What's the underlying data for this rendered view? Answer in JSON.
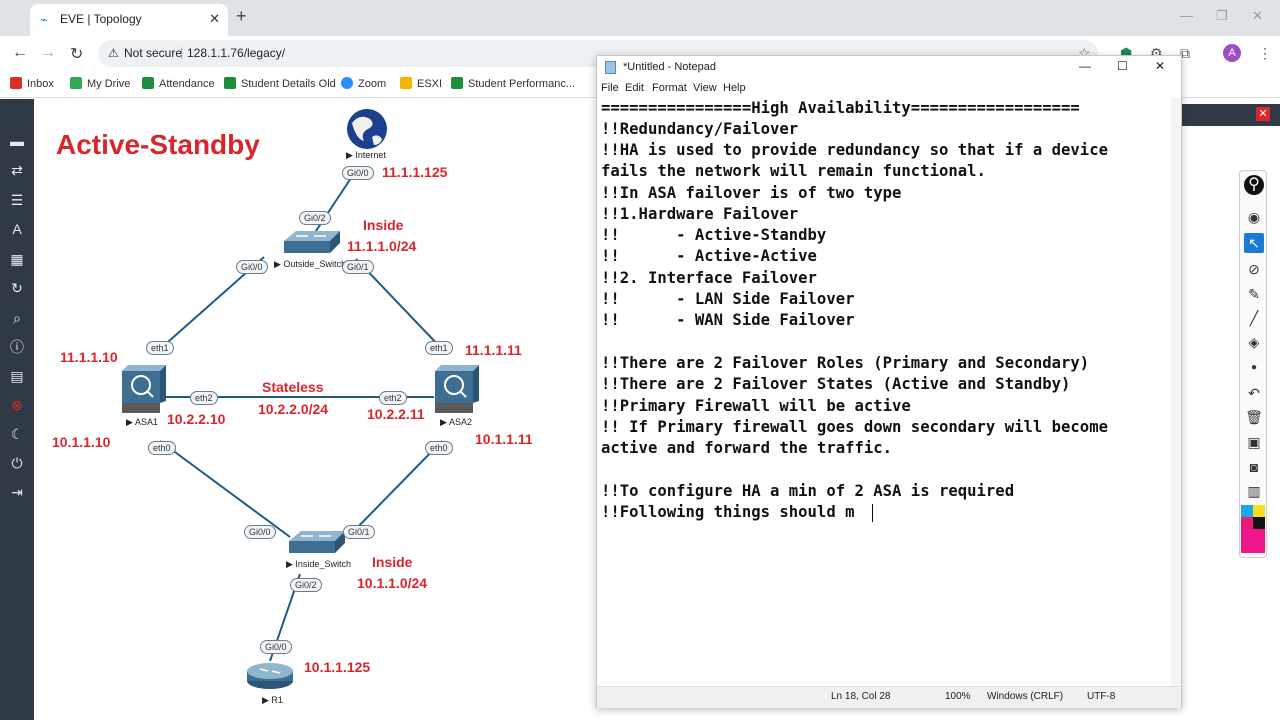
{
  "browser": {
    "tab_title": "EVE | Topology",
    "not_secure": "Not secure",
    "url": "128.1.1.76/legacy/",
    "bookmarks": [
      "Inbox",
      "My Drive",
      "Attendance",
      "Student Details Old",
      "Zoom",
      "ESXI",
      "Student Performanc..."
    ],
    "avatar_letter": "A"
  },
  "topology": {
    "title": "Active-Standby",
    "nodes": {
      "internet": "Internet",
      "outside_switch": "Outside_Switch",
      "asa1": "ASA1",
      "asa2": "ASA2",
      "inside_switch": "Inside_Switch",
      "r1": "R1"
    },
    "ports": {
      "inet_gi00": "Gi0/0",
      "osw_gi02": "Gi0/2",
      "osw_gi00": "Gi0/0",
      "osw_gi01": "Gi0/1",
      "asa1_eth1": "eth1",
      "asa2_eth1": "eth1",
      "asa1_eth2": "eth2",
      "asa2_eth2": "eth2",
      "asa1_eth0": "eth0",
      "asa2_eth0": "eth0",
      "isw_gi00": "Gi0/0",
      "isw_gi01": "Gi0/1",
      "isw_gi02": "Gi0/2",
      "r1_gi00": "Gi0/0"
    },
    "labels": {
      "internet_ip": "11.1.1.125",
      "inside_top": "Inside",
      "inside_top_net": "11.1.1.0/24",
      "asa1_out_ip": "11.1.1.10",
      "asa2_out_ip": "11.1.1.11",
      "stateless": "Stateless",
      "stateless_net": "10.2.2.0/24",
      "asa1_state_ip": "10.2.2.10",
      "asa2_state_ip": "10.2.2.11",
      "asa1_in_ip": "10.1.1.10",
      "asa2_in_ip": "10.1.1.11",
      "inside_bottom": "Inside",
      "inside_bottom_net": "10.1.1.0/24",
      "r1_ip": "10.1.1.125"
    }
  },
  "notepad": {
    "title": "*Untitled - Notepad",
    "menu": [
      "File",
      "Edit",
      "Format",
      "View",
      "Help"
    ],
    "lines": [
      "================High Availability==================",
      "!!Redundancy/Failover",
      "!!HA is used to provide redundancy so that if a device",
      "fails the network will remain functional.",
      "!!In ASA failover is of two type",
      "!!1.Hardware Failover",
      "!!      - Active-Standby",
      "!!      - Active-Active",
      "!!2. Interface Failover",
      "!!      - LAN Side Failover",
      "!!      - WAN Side Failover",
      "",
      "!!There are 2 Failover Roles (Primary and Secondary)",
      "!!There are 2 Failover States (Active and Standby)",
      "!!Primary Firewall will be active",
      "!! If Primary firewall goes down secondary will become",
      "active and forward the traffic.",
      "",
      "!!To configure HA a min of 2 ASA is required",
      "!!Following things should m"
    ],
    "status": {
      "position": "Ln 18, Col 28",
      "zoom": "100%",
      "line_ending": "Windows (CRLF)",
      "encoding": "UTF-8"
    }
  }
}
